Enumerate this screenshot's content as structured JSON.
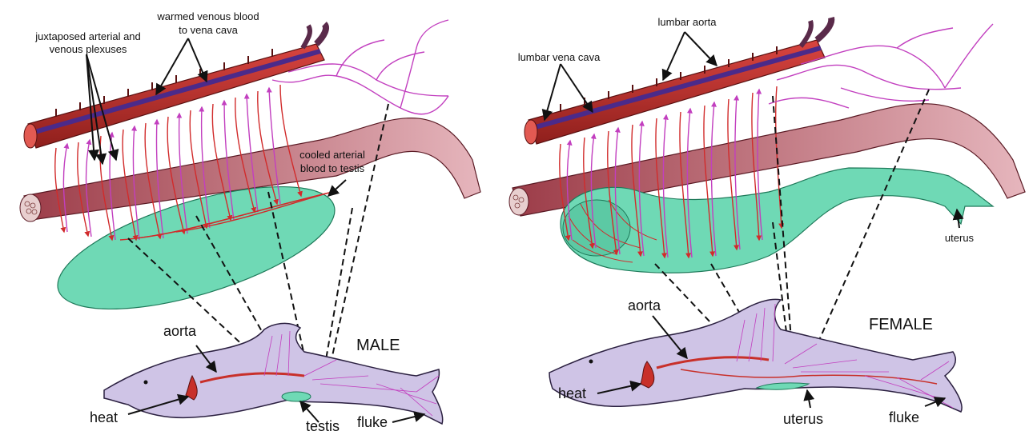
{
  "colors": {
    "artery": "#c8302a",
    "artery_dark": "#8f1f1c",
    "vein": "#6b2d8f",
    "plexus_purple": "#c23fbf",
    "plexus_red": "#d12b2b",
    "muscle_tube": "#a24a55",
    "organ_green": "#5fd6b0",
    "dolphin_body": "#cfc4e6",
    "dolphin_outline": "#2b2040",
    "highlight_gray": "#d8d8d8"
  },
  "male": {
    "title": "MALE",
    "labels": {
      "plexus": [
        "juxtaposed arterial and",
        "venous plexuses"
      ],
      "warmed_venous": [
        "warmed venous blood",
        "to vena cava"
      ],
      "cooled_arterial": [
        "cooled arterial",
        "blood to testis"
      ],
      "aorta": "aorta",
      "heat": "heat",
      "testis": "testis",
      "fluke": "fluke"
    }
  },
  "female": {
    "title": "FEMALE",
    "labels": {
      "lumbar_aorta": "lumbar aorta",
      "lumbar_vena_cava": "lumbar vena cava",
      "uterus_top": "uterus",
      "aorta": "aorta",
      "heat": "heat",
      "uterus": "uterus",
      "fluke": "fluke"
    }
  }
}
